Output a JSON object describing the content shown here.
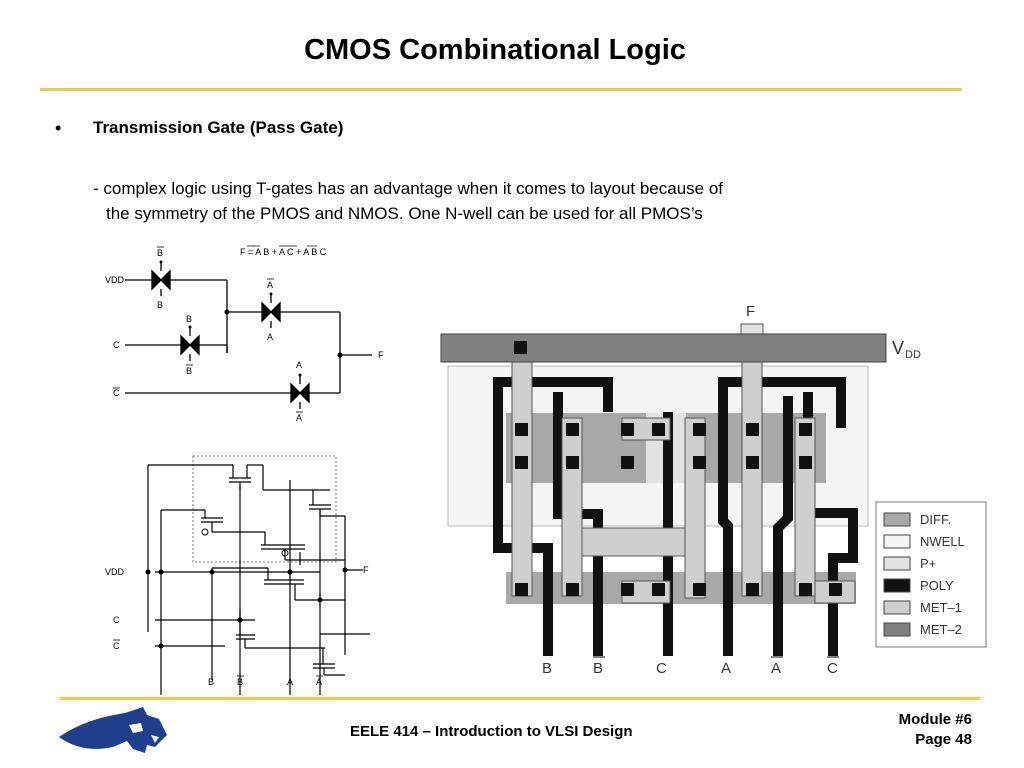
{
  "slide": {
    "title": "CMOS Combinational Logic",
    "bullet": "Transmission Gate (Pass Gate)",
    "body_line1": "- complex logic using T-gates has an advantage when it comes to layout because of",
    "body_line2": "the symmetry of the PMOS and NMOS.  One N-well can be used for all PMOS’s"
  },
  "circuit_top": {
    "equation": "F = A B + A C + A B C",
    "vdd": "VDD",
    "c": "C",
    "cbar": "C",
    "f": "F",
    "g1_top": "B",
    "g1_bot": "B",
    "g2_top": "A",
    "g2_bot": "A",
    "g3_top": "B",
    "g3_bot": "B",
    "g4_top": "A",
    "g4_bot": "A"
  },
  "circuit_bottom": {
    "vdd": "VDD",
    "c": "C",
    "cbar": "C",
    "f": "F",
    "bottom_labels": [
      "B",
      "B",
      "A",
      "A"
    ]
  },
  "layout": {
    "f_label": "F",
    "vdd_label": "V",
    "vdd_sub": "DD",
    "bottom_labels": [
      "B",
      "B",
      "C",
      "A",
      "A",
      "C"
    ],
    "legend": [
      {
        "name": "DIFF.",
        "color": "#a8a8a8"
      },
      {
        "name": "NWELL",
        "color": "#f4f4f4"
      },
      {
        "name": "P+",
        "color": "#e2e2e2"
      },
      {
        "name": "POLY",
        "color": "#111111"
      },
      {
        "name": "MET–1",
        "color": "#cfcfcf"
      },
      {
        "name": "MET–2",
        "color": "#808080"
      }
    ]
  },
  "footer": {
    "course": "EELE 414 – Introduction to VLSI Design",
    "module": "Module #6",
    "page": "Page 48"
  },
  "colors": {
    "accent_rule": "#f2c84b",
    "logo_blue": "#1f3f8c"
  }
}
